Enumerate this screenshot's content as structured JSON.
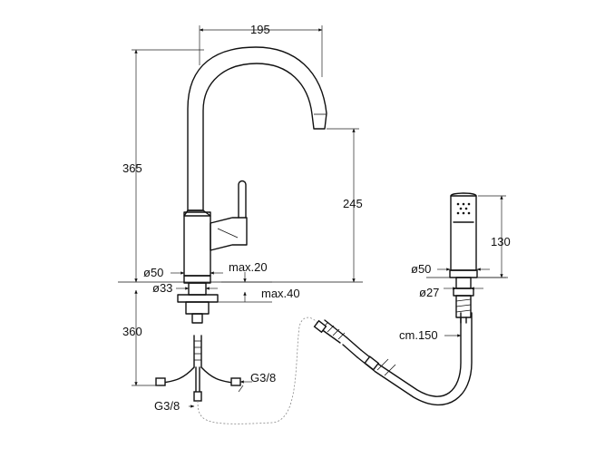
{
  "dimensions": {
    "spout_reach": "195",
    "total_height": "365",
    "spout_height": "245",
    "below_counter": "360",
    "base_diameter": "ø50",
    "shank_diameter": "ø33",
    "counter_max": "max.20",
    "counter_max_lower": "max.40",
    "inlet_right": "G3/8",
    "inlet_left": "G3/8",
    "spray_height": "130",
    "spray_base_diameter": "ø50",
    "spray_shank_diameter": "ø27",
    "hose_length": "cm.150"
  }
}
